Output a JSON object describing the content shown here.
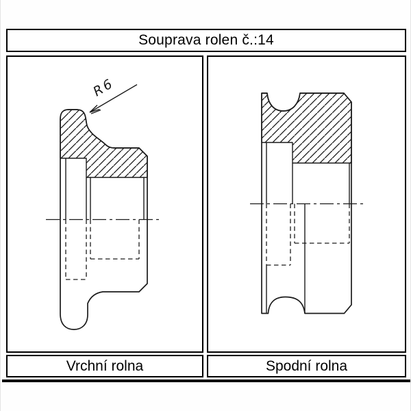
{
  "page": {
    "background": "#ffffff",
    "frame_border_color": "#000000",
    "line_color": "#1a1a1a"
  },
  "header": {
    "title": "Souprava rolen č.:14"
  },
  "panels": {
    "left": {
      "caption": "Vrchní rolna",
      "annotation_radius": "R6"
    },
    "right": {
      "caption": "Spodní rolna"
    }
  }
}
